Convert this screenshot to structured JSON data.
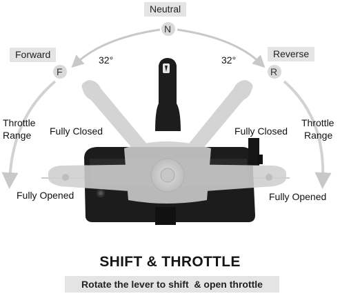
{
  "labels": {
    "neutral": "Neutral",
    "forward": "Forward",
    "reverse": "Reverse",
    "n_letter": "N",
    "f_letter": "F",
    "r_letter": "R",
    "angle_left": "32°",
    "angle_right": "32°",
    "throttle_range_left_1": "Throttle",
    "throttle_range_left_2": "Range",
    "throttle_range_right_1": "Throttle",
    "throttle_range_right_2": "Range",
    "fully_closed_left": "Fully Closed",
    "fully_closed_right": "Fully Closed",
    "fully_opened_left": "Fully Opened",
    "fully_opened_right": "Fully Opened"
  },
  "headline": "SHIFT & THROTTLE",
  "banner": "Rotate the lever to shift  & open throttle",
  "colors": {
    "label_bg": "#e4e4e4",
    "arrow": "#c8c8c8",
    "lever_ghost": "#cfcfcf",
    "control_body": "#1a1a1a"
  },
  "icons": {
    "control_body": "remote-control-box-icon",
    "lever": "lever-handle-icon"
  }
}
